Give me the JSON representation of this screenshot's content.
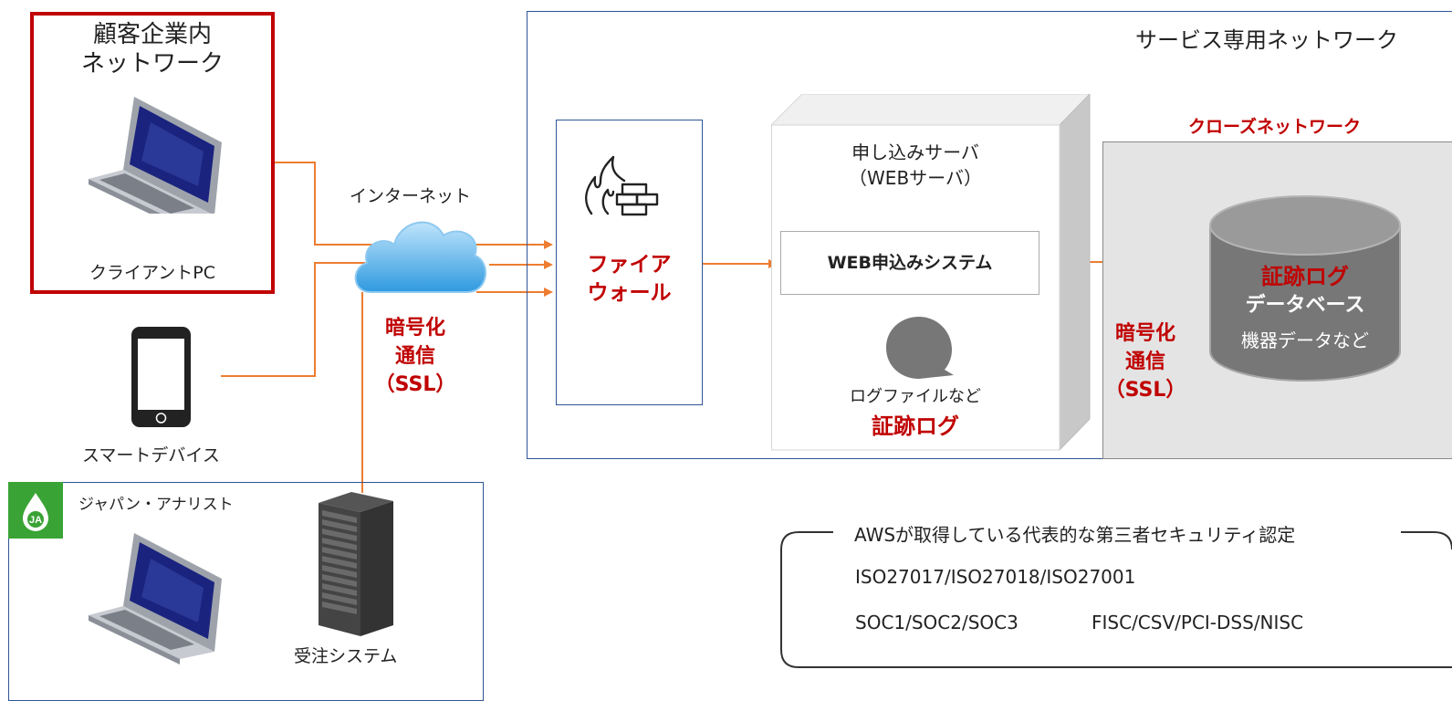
{
  "customer": {
    "title_line1": "顧客企業内",
    "title_line2": "ネットワーク",
    "pc_label": "クライアントPC"
  },
  "smart_device_label": "スマートデバイス",
  "internet_label": "インターネット",
  "encrypt_left": {
    "line1": "暗号化",
    "line2": "通信",
    "line3": "（SSL）"
  },
  "service_network_title": "サービス専用ネットワーク",
  "firewall": {
    "line1": "ファイア",
    "line2": "ウォール"
  },
  "server": {
    "line1": "申し込みサーバ",
    "line2": "（WEBサーバ）",
    "system_label": "WEB申込みシステム",
    "log_file_label": "ログファイルなど",
    "trail_log_label": "証跡ログ"
  },
  "closed_network": {
    "title": "クローズネットワーク"
  },
  "encrypt_right": {
    "line1": "暗号化",
    "line2": "通信",
    "line3": "（SSL）"
  },
  "database": {
    "line1": "証跡ログ",
    "line2": "データベース",
    "line3": "機器データなど"
  },
  "japan_analyst": {
    "name": "ジャパン・アナリスト",
    "logo_text": "JA",
    "order_system_label": "受注システム"
  },
  "certifications": {
    "title": "AWSが取得している代表的な第三者セキュリティ認定",
    "line1": "ISO27017/ISO27018/ISO27001",
    "line2a": "SOC1/SOC2/SOC3",
    "line2b": "FISC/CSV/PCI-DSS/NISC"
  },
  "colors": {
    "accent_red": "#c00000",
    "wire_orange": "#ed7d31",
    "frame_blue": "#2f5597",
    "logo_green": "#3aa335"
  }
}
